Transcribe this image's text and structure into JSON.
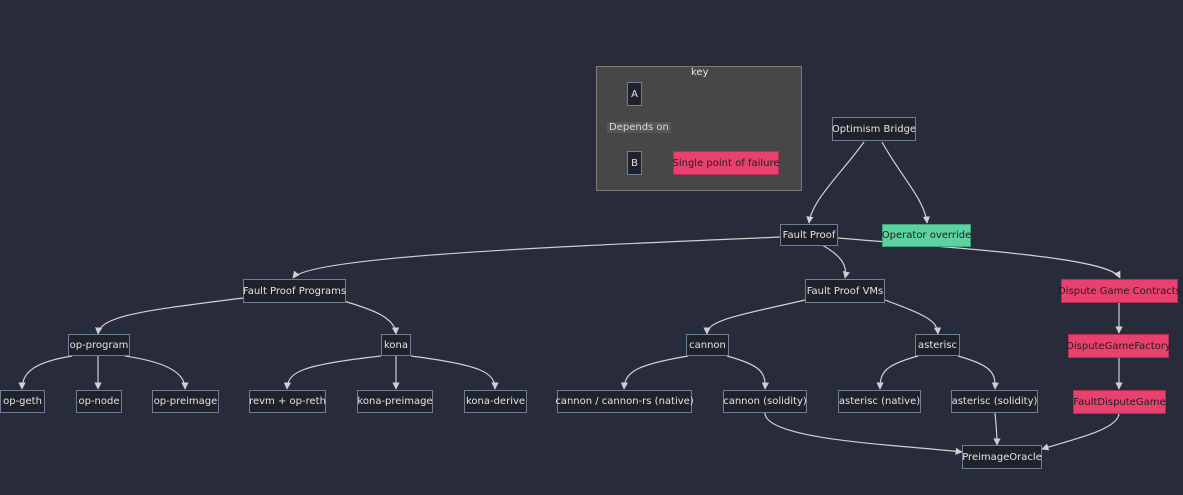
{
  "key": {
    "title": "key",
    "node_a": "A",
    "node_b": "B",
    "edge_label": "Depends on",
    "spof_label": "Single point of failure"
  },
  "nodes": {
    "optimism_bridge": "Optimism Bridge",
    "fault_proof": "Fault Proof",
    "operator_override": "Operator override",
    "fault_proof_programs": "Fault Proof Programs",
    "fault_proof_vms": "Fault Proof VMs",
    "dispute_game_contracts": "Dispute Game Contracts",
    "op_program": "op-program",
    "kona": "kona",
    "cannon": "cannon",
    "asterisc": "asterisc",
    "dispute_game_factory": "DisputeGameFactory",
    "op_geth": "op-geth",
    "op_node": "op-node",
    "op_preimage": "op-preimage",
    "revm_op_reth": "revm + op-reth",
    "kona_preimage": "kona-preimage",
    "kona_derive": "kona-derive",
    "cannon_native": "cannon / cannon-rs (native)",
    "cannon_solidity": "cannon (solidity)",
    "asterisc_native": "asterisc (native)",
    "asterisc_solidity": "asterisc (solidity)",
    "fault_dispute_game": "FaultDisputeGame",
    "preimage_oracle": "PreimageOracle"
  },
  "colors": {
    "background": "#282c3a",
    "node_fill": "#1f222b",
    "node_border": "#6f7f93",
    "edge": "#d0d0d0",
    "spof": "#e8416f",
    "override": "#5dd19f",
    "key_fill": "#474747"
  }
}
